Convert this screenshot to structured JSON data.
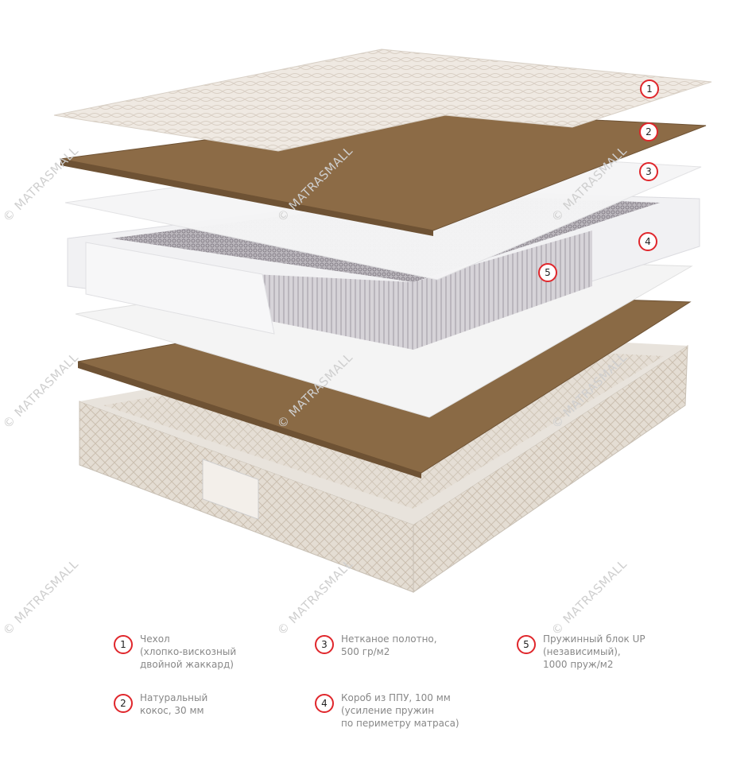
{
  "watermark": "© MATRASMALL",
  "markers": [
    "1",
    "2",
    "3",
    "4",
    "5"
  ],
  "legend": [
    {
      "num": "1",
      "text": "Чехол\n(хлопко-вискозный\nдвойной жаккард)"
    },
    {
      "num": "2",
      "text": "Натуральный\nкокос, 30 мм"
    },
    {
      "num": "3",
      "text": "Нетканое полотно,\n500 гр/м2"
    },
    {
      "num": "4",
      "text": "Короб из ППУ, 100 мм\n(усиление пружин\nпо периметру матраса)"
    },
    {
      "num": "5",
      "text": "Пружинный блок UP\n(независимый),\n1000 пруж/м2"
    }
  ],
  "colors": {
    "marker_border": "#e0262b",
    "coconut": "#8a6a45",
    "legend_text": "#888888"
  }
}
